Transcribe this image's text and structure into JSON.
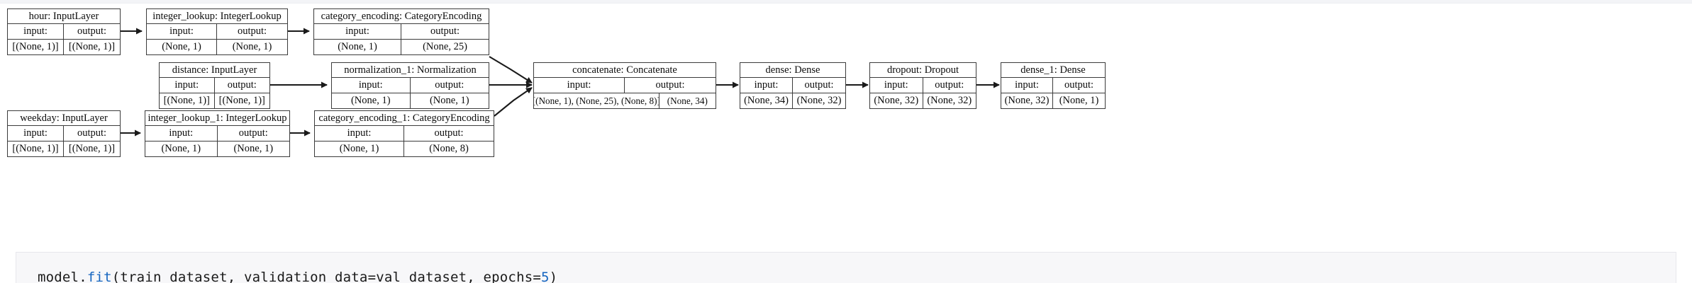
{
  "figure": {
    "type": "keras-model-graph",
    "description": "Keras functional model plot showing layer graph with input/output shapes"
  },
  "nodes": [
    {
      "id": "hour",
      "title": "hour: InputLayer",
      "input_label": "input:",
      "output_label": "output:",
      "input_shape": "[(None, 1)]",
      "output_shape": "[(None, 1)]"
    },
    {
      "id": "integer_lookup",
      "title": "integer_lookup: IntegerLookup",
      "input_label": "input:",
      "output_label": "output:",
      "input_shape": "(None, 1)",
      "output_shape": "(None, 1)"
    },
    {
      "id": "category_encoding",
      "title": "category_encoding: CategoryEncoding",
      "input_label": "input:",
      "output_label": "output:",
      "input_shape": "(None, 1)",
      "output_shape": "(None, 25)"
    },
    {
      "id": "distance",
      "title": "distance: InputLayer",
      "input_label": "input:",
      "output_label": "output:",
      "input_shape": "[(None, 1)]",
      "output_shape": "[(None, 1)]"
    },
    {
      "id": "normalization_1",
      "title": "normalization_1: Normalization",
      "input_label": "input:",
      "output_label": "output:",
      "input_shape": "(None, 1)",
      "output_shape": "(None, 1)"
    },
    {
      "id": "weekday",
      "title": "weekday: InputLayer",
      "input_label": "input:",
      "output_label": "output:",
      "input_shape": "[(None, 1)]",
      "output_shape": "[(None, 1)]"
    },
    {
      "id": "integer_lookup_1",
      "title": "integer_lookup_1: IntegerLookup",
      "input_label": "input:",
      "output_label": "output:",
      "input_shape": "(None, 1)",
      "output_shape": "(None, 1)"
    },
    {
      "id": "category_encoding_1",
      "title": "category_encoding_1: CategoryEncoding",
      "input_label": "input:",
      "output_label": "output:",
      "input_shape": "(None, 1)",
      "output_shape": "(None, 8)"
    },
    {
      "id": "concatenate",
      "title": "concatenate: Concatenate",
      "input_label": "input:",
      "output_label": "output:",
      "input_shape": "[(None, 1), (None, 25), (None, 8)]",
      "output_shape": "(None, 34)"
    },
    {
      "id": "dense",
      "title": "dense: Dense",
      "input_label": "input:",
      "output_label": "output:",
      "input_shape": "(None, 34)",
      "output_shape": "(None, 32)"
    },
    {
      "id": "dropout",
      "title": "dropout: Dropout",
      "input_label": "input:",
      "output_label": "output:",
      "input_shape": "(None, 32)",
      "output_shape": "(None, 32)"
    },
    {
      "id": "dense_1",
      "title": "dense_1: Dense",
      "input_label": "input:",
      "output_label": "output:",
      "input_shape": "(None, 32)",
      "output_shape": "(None, 1)"
    }
  ],
  "edges": [
    {
      "from": "hour",
      "to": "integer_lookup"
    },
    {
      "from": "integer_lookup",
      "to": "category_encoding"
    },
    {
      "from": "category_encoding",
      "to": "concatenate"
    },
    {
      "from": "distance",
      "to": "normalization_1"
    },
    {
      "from": "normalization_1",
      "to": "concatenate"
    },
    {
      "from": "weekday",
      "to": "integer_lookup_1"
    },
    {
      "from": "integer_lookup_1",
      "to": "category_encoding_1"
    },
    {
      "from": "category_encoding_1",
      "to": "concatenate"
    },
    {
      "from": "concatenate",
      "to": "dense"
    },
    {
      "from": "dense",
      "to": "dropout"
    },
    {
      "from": "dropout",
      "to": "dense_1"
    }
  ],
  "code_cell": {
    "prefix": "model.",
    "call": "fit",
    "args": "(train_dataset, validation_data=val_dataset, epochs=",
    "epochs": "5",
    "suffix": ")"
  },
  "colors": {
    "node_border": "#3b3b3b",
    "node_fill": "#ffffff",
    "edge": "#1a1a1a",
    "code_bg": "#f7f7f9",
    "code_accent": "#1565c0"
  }
}
